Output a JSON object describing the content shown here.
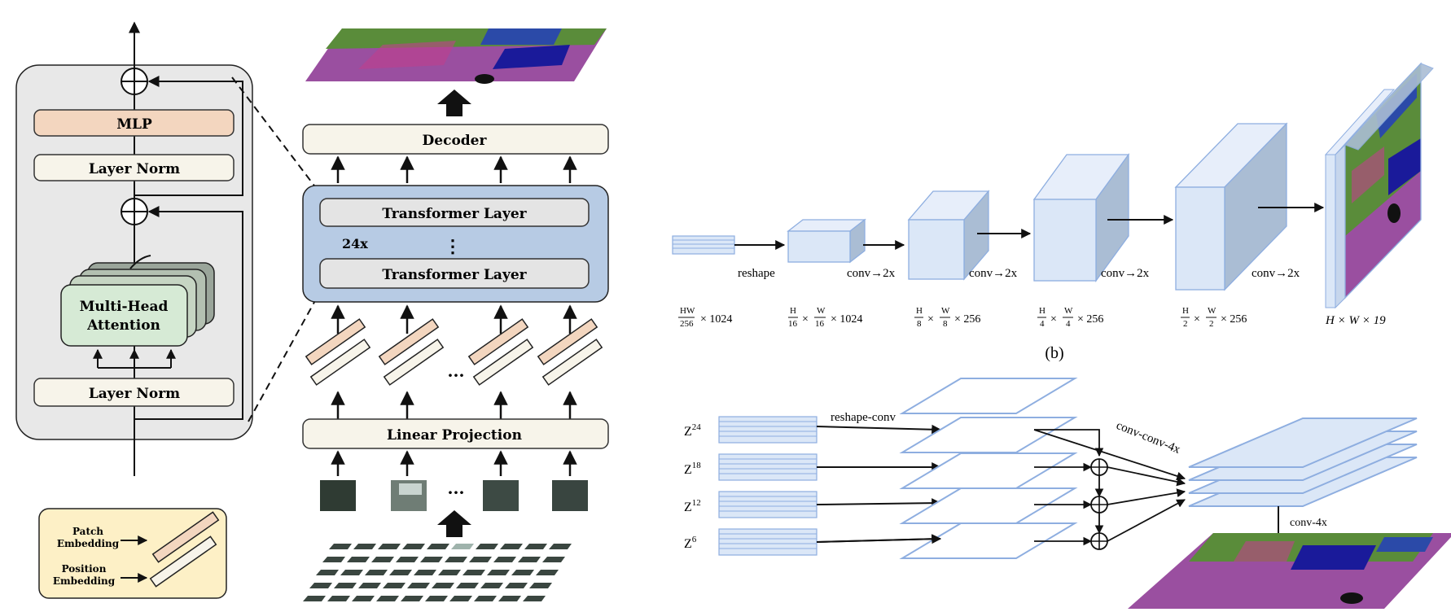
{
  "encoder_block": {
    "mlp": "MLP",
    "layer_norm_top": "Layer Norm",
    "attention_line1": "Multi-Head",
    "attention_line2": "Attention",
    "layer_norm_bottom": "Layer Norm"
  },
  "legend": {
    "patch_line1": "Patch",
    "patch_line2": "Embedding",
    "position_line1": "Position",
    "position_line2": "Embedding"
  },
  "pipeline": {
    "decoder": "Decoder",
    "transformer_top": "Transformer Layer",
    "repeat": "24x",
    "vdots": "⋮",
    "transformer_bottom": "Transformer Layer",
    "linear_projection": "Linear Projection",
    "ellipsis": "···"
  },
  "naive_decoder": {
    "caption": "(b)",
    "reshape": "reshape",
    "conv_labels": [
      "conv→2x",
      "conv→2x",
      "conv→2x",
      "conv→2x"
    ],
    "dims": [
      {
        "num": "HW",
        "den": "256",
        "rest": "× 1024"
      },
      {
        "num": "H",
        "den": "16",
        "num2": "W",
        "den2": "16",
        "rest": "× 1024"
      },
      {
        "num": "H",
        "den": "8",
        "num2": "W",
        "den2": "8",
        "rest": "× 256"
      },
      {
        "num": "H",
        "den": "4",
        "num2": "W",
        "den2": "4",
        "rest": "× 256"
      },
      {
        "num": "H",
        "den": "2",
        "num2": "W",
        "den2": "2",
        "rest": "× 256"
      },
      {
        "plain": "H × W × 19"
      }
    ]
  },
  "mla_decoder": {
    "z_labels": [
      {
        "base": "Z",
        "sup": "24"
      },
      {
        "base": "Z",
        "sup": "18"
      },
      {
        "base": "Z",
        "sup": "12"
      },
      {
        "base": "Z",
        "sup": "6"
      }
    ],
    "reshape_conv": "reshape-conv",
    "conv_conv_4x": "conv-conv-4x",
    "conv_4x": "conv-4x"
  },
  "colors": {
    "block_bg": "#e8e8e8",
    "transformer_bg": "#b7cbe4",
    "mlp": "#f3d6bf",
    "attention": "#d6ead5",
    "label_box": "#f7f4ea",
    "legend_bg": "#fdf0c6",
    "cube_face": "#dbe7f7",
    "cube_side": "#aabdd4",
    "cube_edge": "#8eaee0"
  }
}
